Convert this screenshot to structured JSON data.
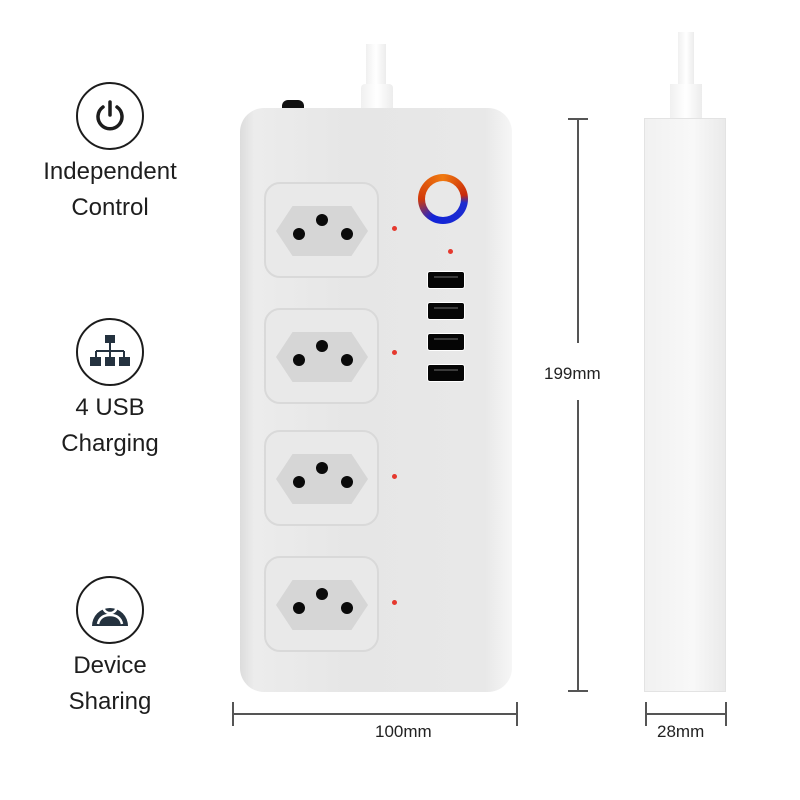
{
  "features": [
    {
      "icon": "power-icon",
      "line1": "Independent",
      "line2": "Control"
    },
    {
      "icon": "network-hierarchy-icon",
      "line1": "4 USB",
      "line2": "Charging"
    },
    {
      "icon": "user-profile-icon",
      "line1": "Device",
      "line2": "Sharing"
    }
  ],
  "product": {
    "sockets": 4,
    "usb_ports": 4,
    "power_button": "power-ring-button",
    "colors": {
      "ring_top": "#e0580c",
      "ring_bottom": "#1a2ad6",
      "led": "#e5392e",
      "body": "#e8e8e8"
    }
  },
  "dimensions": {
    "height": "199mm",
    "width": "100mm",
    "depth": "28mm"
  }
}
